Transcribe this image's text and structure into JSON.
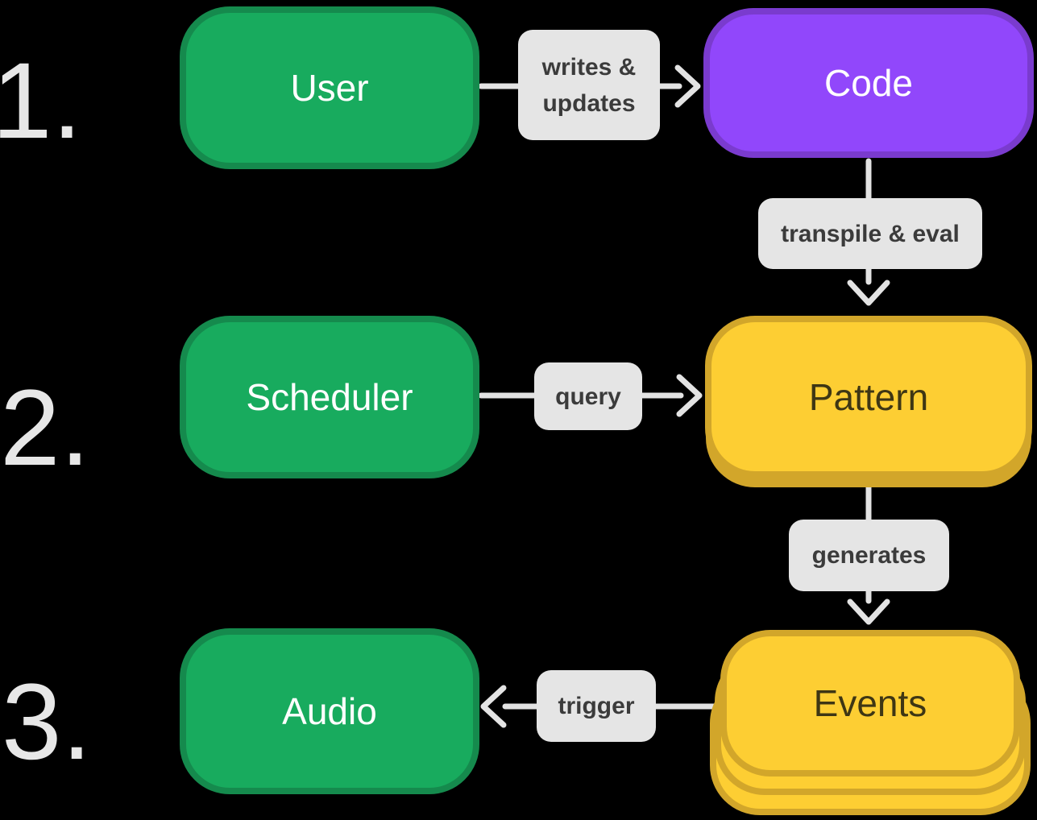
{
  "diagram": {
    "background": "#000000",
    "steps": [
      {
        "number": "1."
      },
      {
        "number": "2."
      },
      {
        "number": "3."
      }
    ],
    "nodes": {
      "user": {
        "label": "User",
        "color": "#18ab5e"
      },
      "code": {
        "label": "Code",
        "color": "#9147fb"
      },
      "scheduler": {
        "label": "Scheduler",
        "color": "#18ab5e"
      },
      "pattern": {
        "label": "Pattern",
        "color": "#fdce33"
      },
      "audio": {
        "label": "Audio",
        "color": "#18ab5e"
      },
      "events": {
        "label": "Events",
        "color": "#fdce33",
        "stacked_layers": 3
      }
    },
    "edges": {
      "writes_updates": {
        "label": "writes &\nupdates",
        "from": "user",
        "to": "code"
      },
      "transpile_eval": {
        "label": "transpile & eval",
        "from": "code",
        "to": "pattern"
      },
      "query": {
        "label": "query",
        "from": "scheduler",
        "to": "pattern"
      },
      "generates": {
        "label": "generates",
        "from": "pattern",
        "to": "events"
      },
      "trigger": {
        "label": "trigger",
        "from": "events",
        "to": "audio"
      }
    },
    "colors": {
      "node_green": "#18ab5e",
      "node_green_border": "#158a4d",
      "node_purple": "#9147fb",
      "node_purple_border": "#7a3bce",
      "node_yellow": "#fdce33",
      "node_yellow_border": "#d2a62a",
      "node_text_light": "#ffffff",
      "node_text_dark": "#3e3614",
      "edge_label_bg": "#e5e5e5",
      "edge_label_text": "#3b3b3b",
      "arrow": "#e3e3e3",
      "step_number": "#e7e7e7"
    }
  }
}
